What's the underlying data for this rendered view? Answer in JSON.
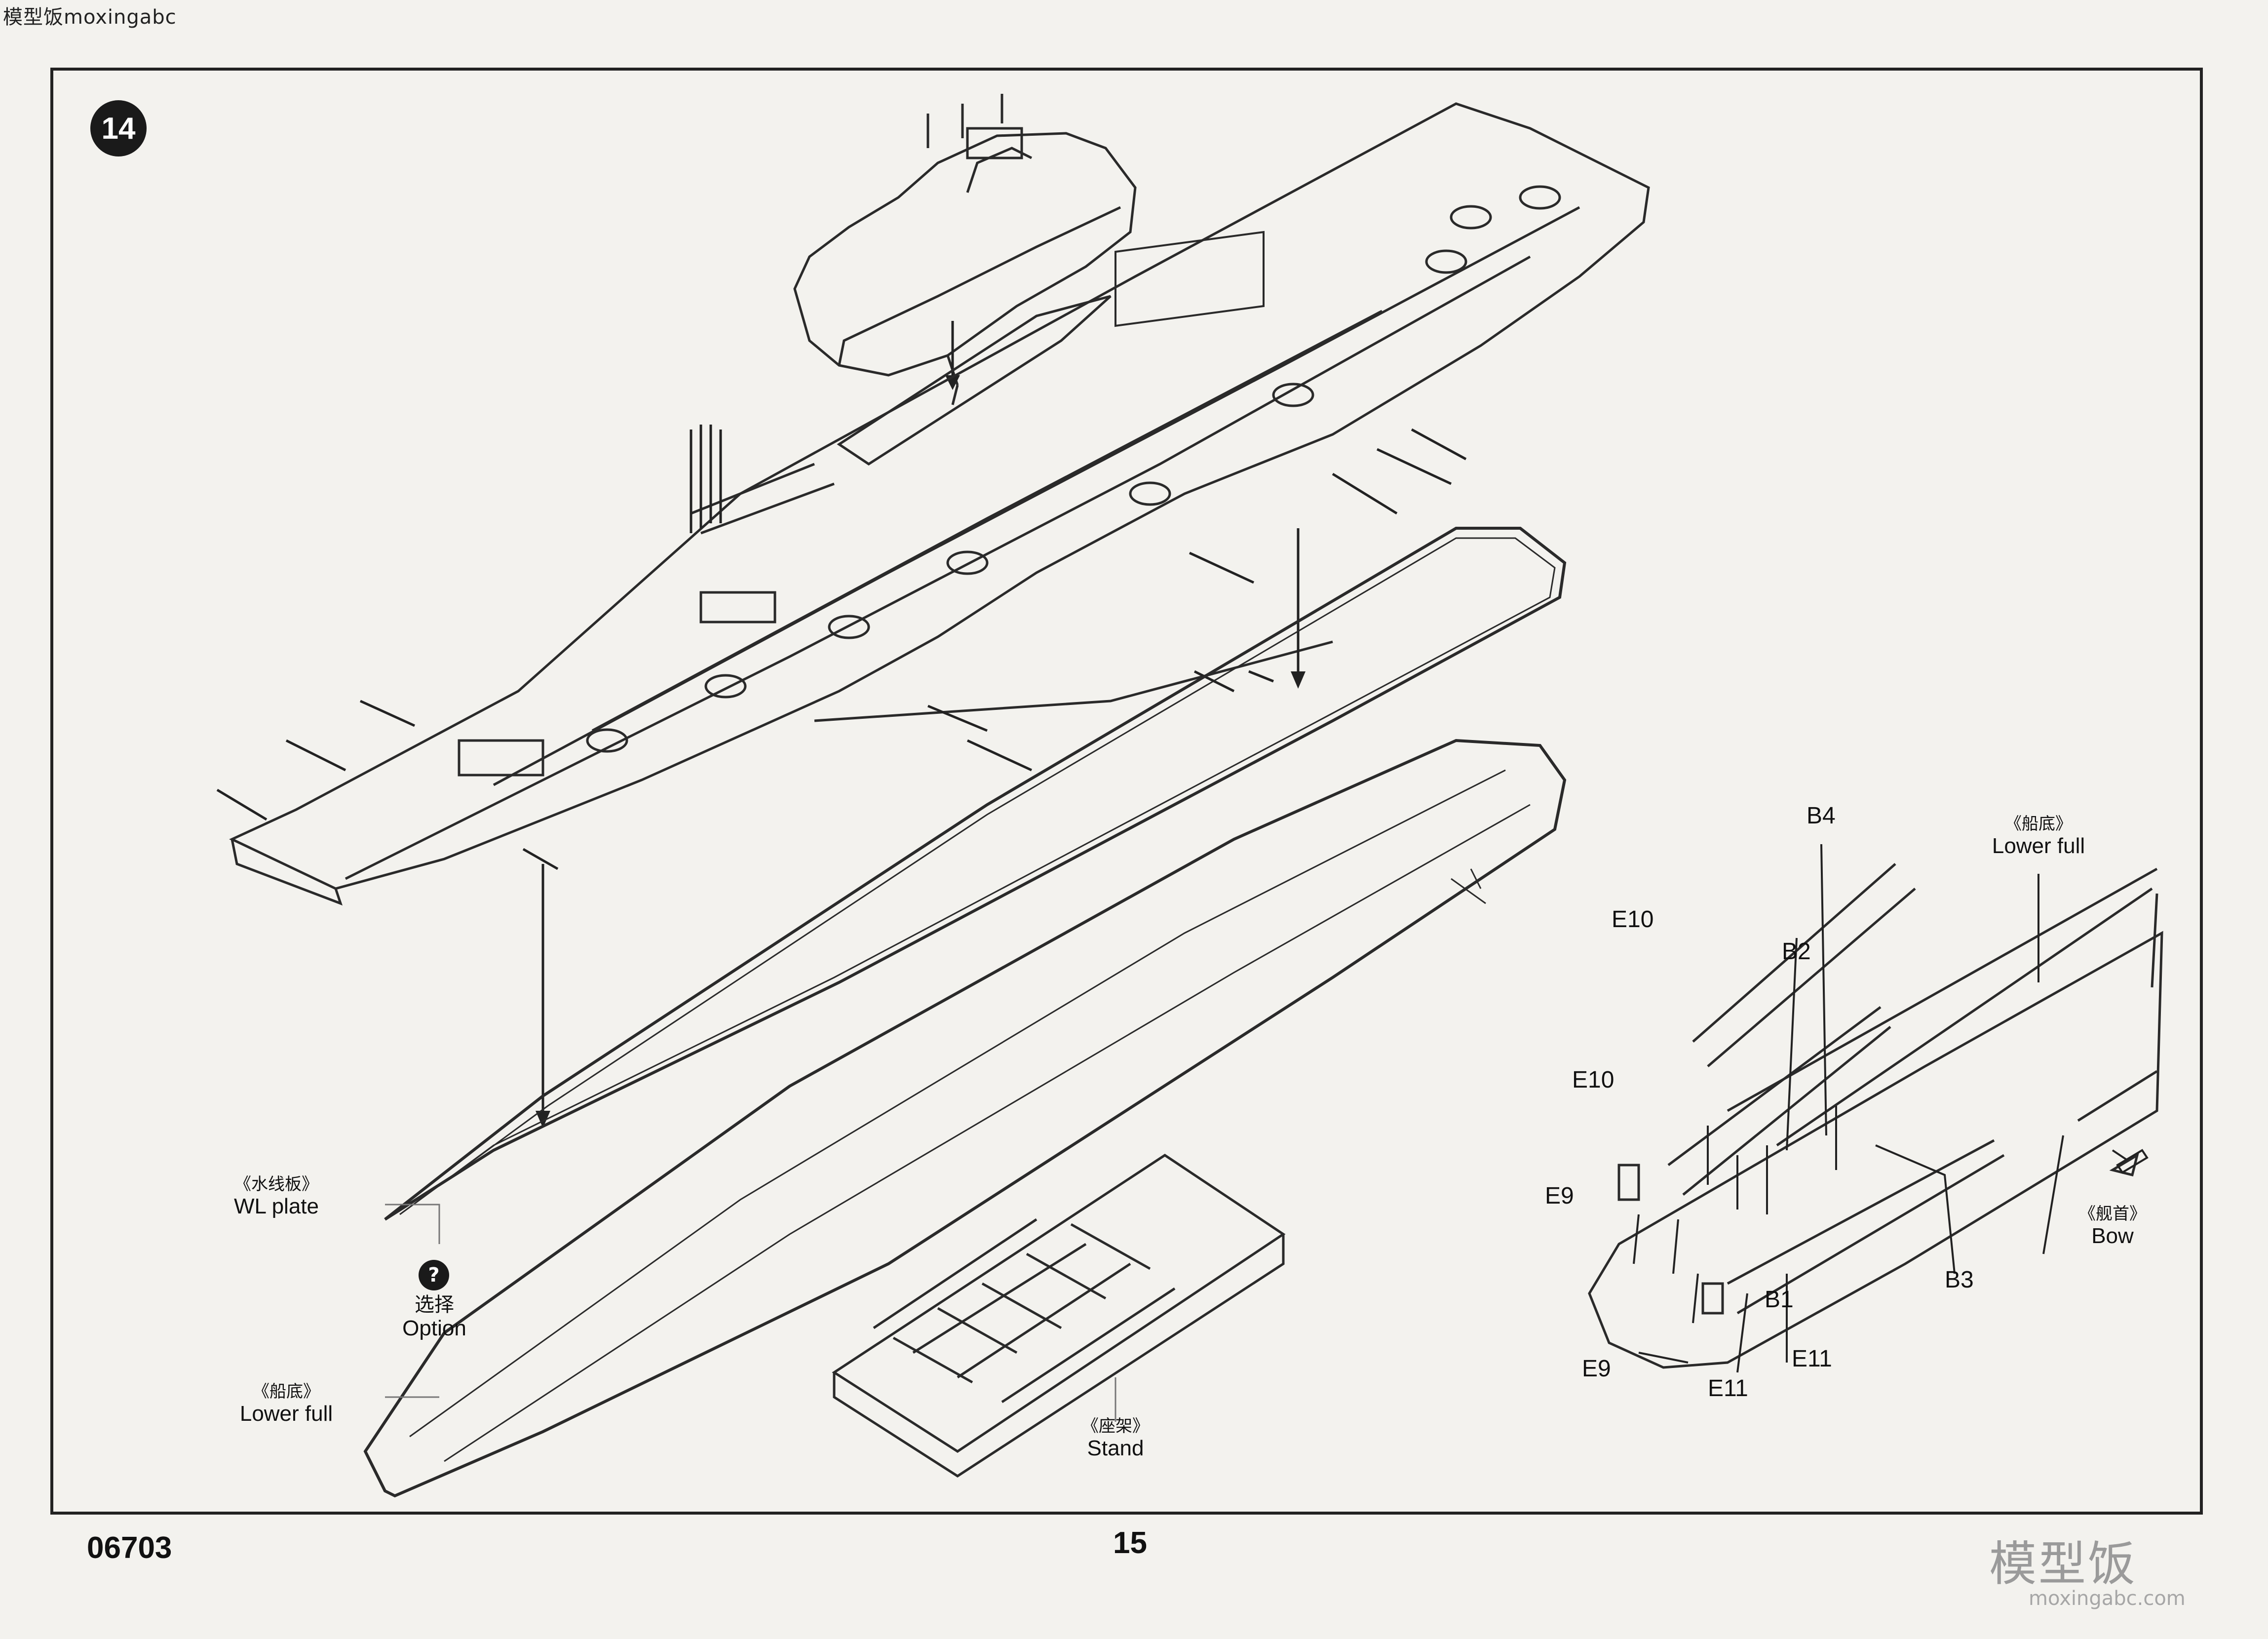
{
  "header": {
    "watermark": "模型饭moxingabc"
  },
  "step": {
    "number": "14"
  },
  "labels": {
    "wl_plate": {
      "cn": "《水线板》",
      "en": "WL plate"
    },
    "option": {
      "cn": "选择",
      "en": "Option",
      "icon": "question-icon"
    },
    "lower_hull_left": {
      "cn": "《船底》",
      "en": "Lower full"
    },
    "stand": {
      "cn": "《座架》",
      "en": "Stand"
    },
    "lower_hull_right": {
      "cn": "《船底》",
      "en": "Lower full"
    },
    "bow": {
      "cn": "《舰首》",
      "en": "Bow"
    }
  },
  "parts": {
    "b4": "B4",
    "b2": "B2",
    "b1": "B1",
    "b3": "B3",
    "e10_top": "E10",
    "e10_mid": "E10",
    "e9_top": "E9",
    "e9_bottom": "E9",
    "e11_left": "E11",
    "e11_right": "E11"
  },
  "footer": {
    "code": "06703",
    "page": "15",
    "logo_text": "模型饭",
    "logo_url": "moxingabc.com"
  }
}
